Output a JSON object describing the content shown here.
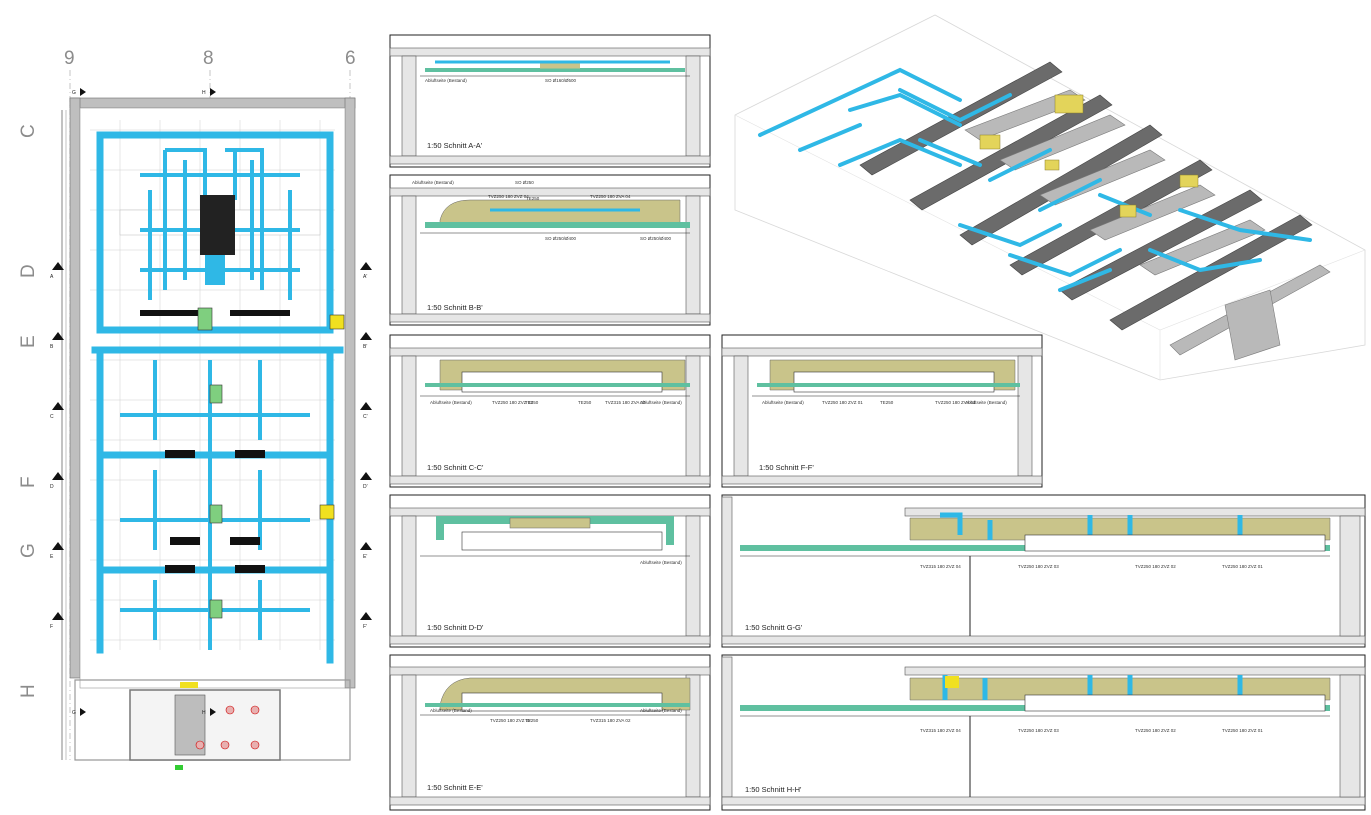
{
  "plan": {
    "axes_top": [
      "9",
      "8",
      "6"
    ],
    "axes_side": [
      "C",
      "D",
      "E",
      "F",
      "G",
      "H"
    ],
    "section_marks_left": [
      "A",
      "B",
      "C",
      "D",
      "E",
      "F"
    ],
    "section_marks_right": [
      "A'",
      "B'",
      "C'",
      "D'",
      "E'",
      "F'"
    ],
    "cut_marks_top": [
      "G",
      "H"
    ],
    "cut_marks_bottom": [
      "G",
      "H"
    ]
  },
  "sections": {
    "aa": {
      "title": "1:50 Schnitt A-A'",
      "labels": [
        "Abluftseite (Bestand)",
        "SO Ø160/Ø500"
      ]
    },
    "bb": {
      "title": "1:50 Schnitt B-B'",
      "labels": [
        "Abluftseite (Bestand)",
        "TVZ250 180 ZVZ 04",
        "TE250",
        "TVZ250 180 ZVA 04",
        "SO Ø250",
        "SO Ø250/Ø400",
        "SO Ø250/Ø400"
      ]
    },
    "cc": {
      "title": "1:50 Schnitt C-C'",
      "labels": [
        "Abluftseite (Bestand)",
        "TVZ250 180 ZVZ 03",
        "TE250",
        "TE250",
        "TVZ315 180 ZVA 03",
        "Abluftseite (Bestand)"
      ]
    },
    "dd": {
      "title": "1:50 Schnitt D-D'",
      "labels": [
        "Abluftseite (Bestand)"
      ]
    },
    "ee": {
      "title": "1:50 Schnitt E-E'",
      "labels": [
        "Abluftseite (Bestand)",
        "TVZ250 180 ZVZ 02",
        "TE250",
        "TVZ315 180 ZVA 02",
        "Abluftseite (Bestand)"
      ]
    },
    "ff": {
      "title": "1:50 Schnitt F-F'",
      "labels": [
        "Abluftseite (Bestand)",
        "TVZ250 180 ZVZ 01",
        "TE250",
        "TVZ250 180 ZVA 01",
        "Abluftseite (Bestand)"
      ]
    },
    "gg": {
      "title": "1:50 Schnitt G-G'",
      "labels": [
        "TVZ315 180 ZVZ 04",
        "TVZ250 180 ZVZ 03",
        "TVZ250 180 ZVZ 02",
        "TVZ250 180 ZVZ 01"
      ]
    },
    "hh": {
      "title": "1:50 Schnitt H-H'",
      "labels": [
        "TVZ315 180 ZVZ 04",
        "TVZ250 180 ZVZ 03",
        "TVZ250 180 ZVZ 02",
        "TVZ250 180 ZVZ 01"
      ]
    }
  },
  "colors": {
    "duct_blue": "#2fb8e6",
    "duct_green": "#5fc0a0",
    "duct_olive": "#c9c48a",
    "yellow": "#f0e020",
    "grey_beam": "#6b6b6b"
  }
}
